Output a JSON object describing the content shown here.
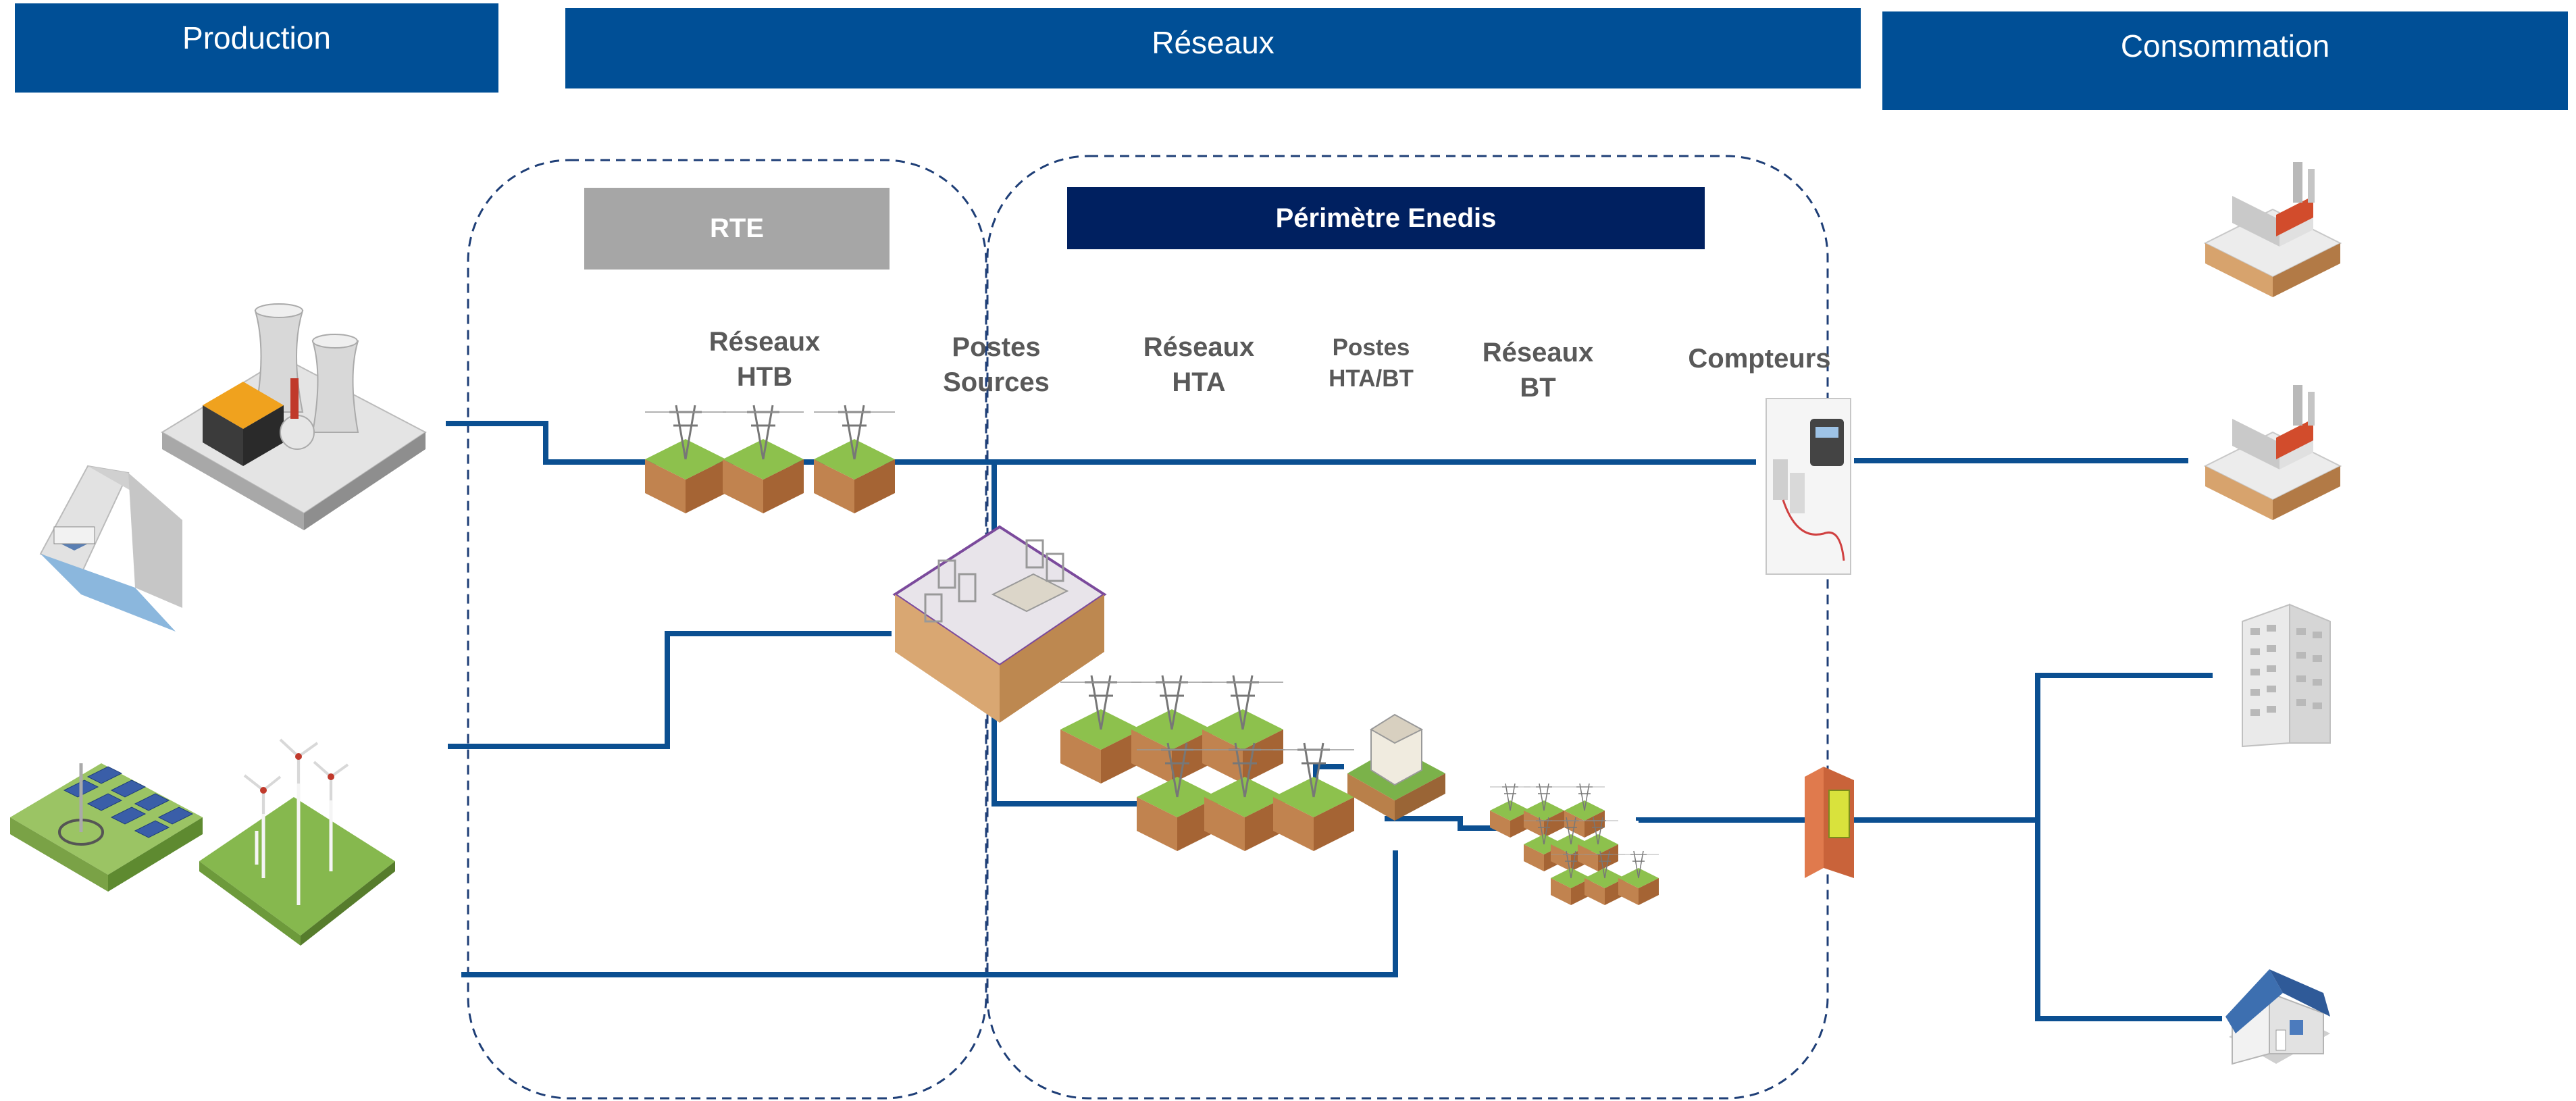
{
  "banners": {
    "production": "Production",
    "reseaux": "Réseaux",
    "consommation": "Consommation"
  },
  "perimeters": {
    "rte": "RTE",
    "enedis": "Périmètre Enedis"
  },
  "labels": {
    "reseaux_htb": "Réseaux\nHTB",
    "postes_sources": "Postes\nSources",
    "reseaux_hta": "Réseaux\nHTA",
    "postes_hta_bt": "Postes\nHTA/BT",
    "reseaux_bt": "Réseaux\nBT",
    "compteurs": "Compteurs"
  },
  "colors": {
    "banner": "#004f96",
    "enedis": "#002060",
    "rte": "#a6a6a6",
    "line": "#0b4f91",
    "dashed": "#1f3f77"
  },
  "icons": [
    "nuclear-plant-icon",
    "hydro-dam-icon",
    "solar-farm-icon",
    "wind-farm-icon",
    "htb-pylon-icon",
    "source-substation-icon",
    "hta-pylon-icon",
    "hta-bt-substation-icon",
    "bt-pylon-icon",
    "meter-panel-icon",
    "meter-box-icon",
    "factory-icon",
    "apartment-building-icon",
    "house-icon"
  ]
}
